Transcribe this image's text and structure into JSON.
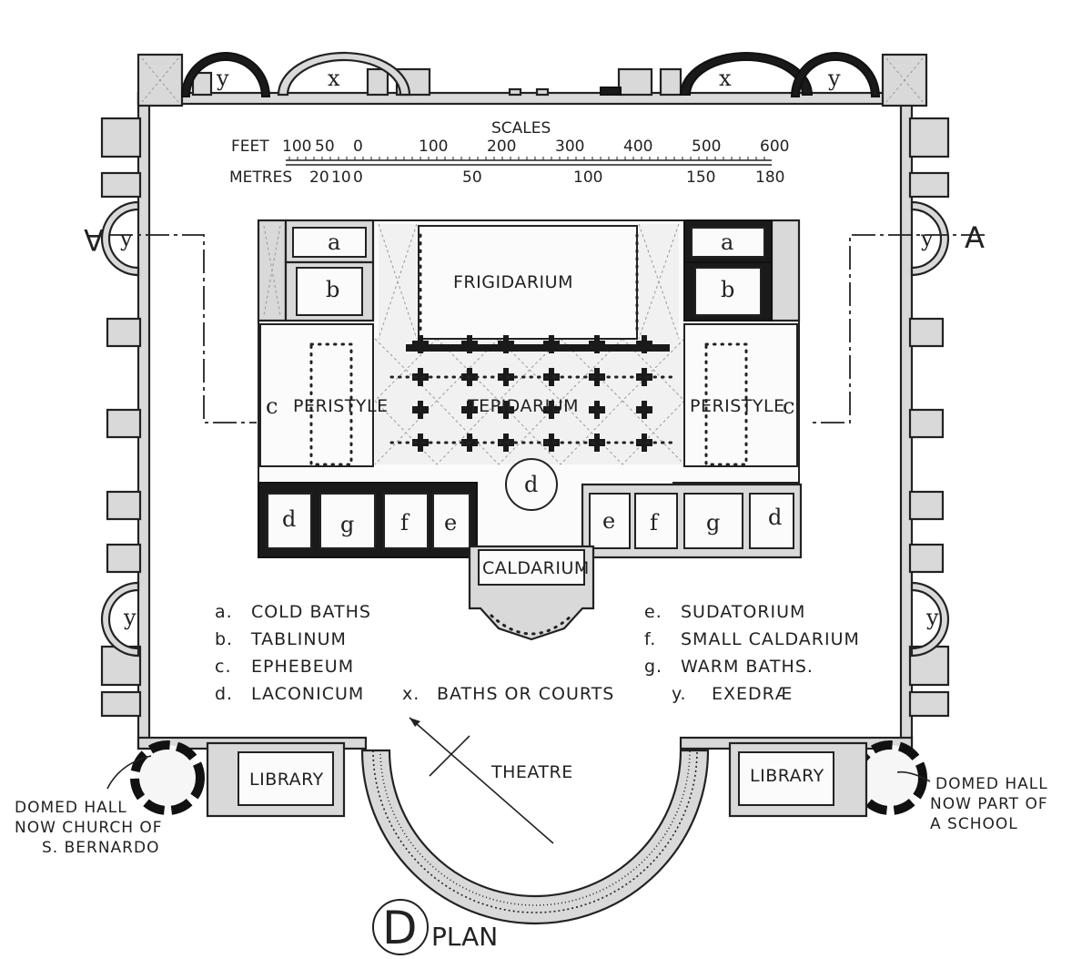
{
  "scales": {
    "title": "SCALES",
    "feet_label": "FEET",
    "feet_ticks": [
      "100",
      "50",
      "0",
      "100",
      "200",
      "300",
      "400",
      "500",
      "600"
    ],
    "metres_label": "METRES",
    "metres_ticks": [
      "20",
      "10",
      "0",
      "50",
      "100",
      "150",
      "180"
    ]
  },
  "rooms": {
    "frigidarium": "FRIGIDARIUM",
    "tepidarium": "TEPIDARIUM",
    "peristyle_left": "PERISTYLE",
    "peristyle_right": "PERISTYLE",
    "caldarium": "CALDARIUM",
    "theatre": "THEATRE",
    "library_left": "LIBRARY",
    "library_right": "LIBRARY"
  },
  "letters": {
    "a": "a",
    "b": "b",
    "c": "c",
    "d": "d",
    "e": "e",
    "f": "f",
    "g": "g",
    "x": "x",
    "y": "y",
    "section": "A"
  },
  "legend": [
    {
      "key": "a.",
      "text": "COLD BATHS"
    },
    {
      "key": "b.",
      "text": "TABLINUM"
    },
    {
      "key": "c.",
      "text": "EPHEBEUM"
    },
    {
      "key": "d.",
      "text": "LACONICUM"
    },
    {
      "key": "x.",
      "text": "BATHS OR COURTS"
    },
    {
      "key": "e.",
      "text": "SUDATORIUM"
    },
    {
      "key": "f.",
      "text": "SMALL CALDARIUM"
    },
    {
      "key": "g.",
      "text": "WARM BATHS."
    },
    {
      "key": "y.",
      "text": "EXEDRÆ"
    }
  ],
  "notes": {
    "left": [
      "DOMED HALL",
      "NOW CHURCH OF",
      "S. BERNARDO"
    ],
    "right": [
      "DOMED HALL",
      "NOW PART OF",
      "A SCHOOL"
    ]
  },
  "caption": {
    "initial": "D",
    "word": "PLAN"
  }
}
